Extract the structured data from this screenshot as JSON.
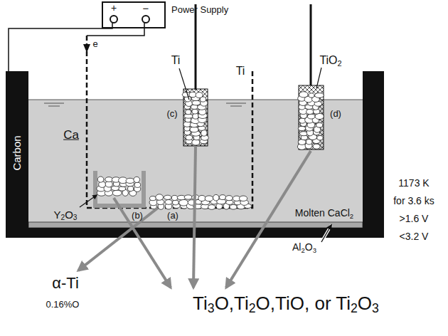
{
  "diagram": {
    "nodes": [
      {
        "text": [
          "Power Supply"
        ]
      }
    ],
    "labels": [
      "+",
      "−",
      "e",
      "Carbon",
      "Ca",
      "Ti",
      "Ti",
      "TiO2",
      "(c)",
      "(d)",
      "(b)",
      "(a)",
      "Y2O3",
      "Molten CaCl2",
      "Al2O3",
      "1173 K",
      "for 3.6 ks",
      ">1.6 V",
      "<3.2 V",
      "α-Ti",
      "0.16%O",
      "Ti3O,Ti2O,TiO, or Ti2O3"
    ]
  }
}
